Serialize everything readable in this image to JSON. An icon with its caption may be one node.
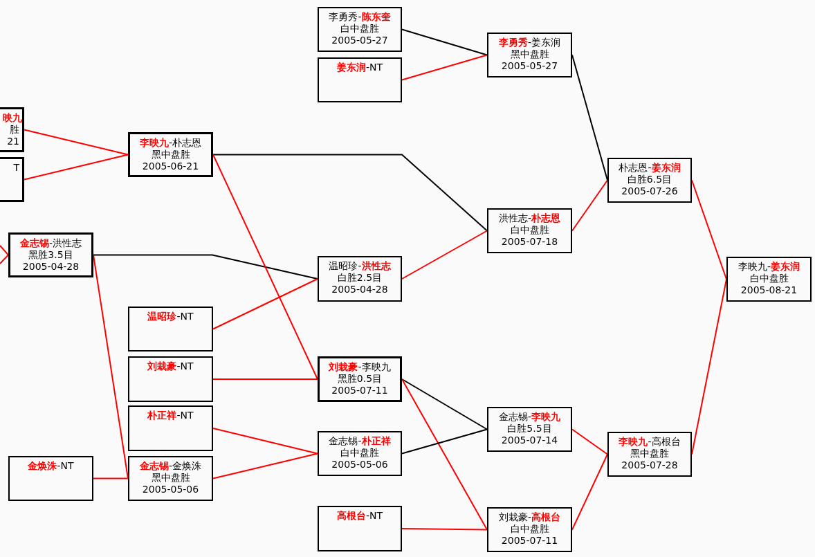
{
  "diagram": {
    "nodes": [
      {
        "text": [
          "映九",
          "胜",
          "21"
        ]
      },
      {
        "text": [
          "T"
        ]
      },
      {
        "text": [
          "**金志锡**-洪性志",
          "黑胜3.5目",
          "2005-04-28"
        ]
      },
      {
        "text": [
          "**金焕洙**-NT"
        ]
      },
      {
        "text": [
          "**李映九**-朴志恩",
          "黑中盘胜",
          "2005-06-21"
        ]
      },
      {
        "text": [
          "**温昭珍**-NT"
        ]
      },
      {
        "text": [
          "**刘栽豪**-NT"
        ]
      },
      {
        "text": [
          "**朴正祥**-NT"
        ]
      },
      {
        "text": [
          "**金志锡**-金焕洙",
          "黑中盘胜",
          "2005-05-06"
        ]
      },
      {
        "text": [
          "李勇秀-**陈东奎**",
          "白中盘胜",
          "2005-05-27"
        ]
      },
      {
        "text": [
          "**姜东润**-NT"
        ]
      },
      {
        "text": [
          "温昭珍-**洪性志**",
          "白胜2.5目",
          "2005-04-28"
        ]
      },
      {
        "text": [
          "**刘栽豪**-李映九",
          "黑胜0.5目",
          "2005-07-11"
        ]
      },
      {
        "text": [
          "金志锡-**朴正祥**",
          "白中盘胜",
          "2005-05-06"
        ]
      },
      {
        "text": [
          "**高根台**-NT"
        ]
      },
      {
        "text": [
          "**李勇秀**-姜东润",
          "黑中盘胜",
          "2005-05-27"
        ]
      },
      {
        "text": [
          "洪性志-**朴志恩**",
          "白中盘胜",
          "2005-07-18"
        ]
      },
      {
        "text": [
          "金志锡-**李映九**",
          "白胜5.5目",
          "2005-07-14"
        ]
      },
      {
        "text": [
          "刘栽豪-**高根台**",
          "白中盘胜",
          "2005-07-11"
        ]
      },
      {
        "text": [
          "朴志恩-**姜东润**",
          "白胜6.5目",
          "2005-07-26"
        ]
      },
      {
        "text": [
          "**李映九**-高根台",
          "黑中盘胜",
          "2005-07-28"
        ]
      },
      {
        "text": [
          "李映九-**姜东润**",
          "白中盘胜",
          "2005-08-21"
        ]
      }
    ],
    "edges": [
      {
        "from": null,
        "to": 2,
        "arrow": "none"
      },
      {
        "from": null,
        "to": 2,
        "arrow": "none"
      },
      {
        "from": 0,
        "to": 4,
        "arrow": "none"
      },
      {
        "from": 1,
        "to": 4,
        "arrow": "none"
      },
      {
        "from": 2,
        "to": 11,
        "arrow": "none",
        "color": "#000000"
      },
      {
        "from": 2,
        "to": 8,
        "arrow": "none"
      },
      {
        "from": 3,
        "to": 8,
        "arrow": "none"
      },
      {
        "from": 4,
        "to": 16,
        "arrow": "none",
        "color": "#000000"
      },
      {
        "from": 4,
        "to": 12,
        "arrow": "none"
      },
      {
        "from": 5,
        "to": 11,
        "arrow": "none"
      },
      {
        "from": 6,
        "to": 12,
        "arrow": "none"
      },
      {
        "from": 7,
        "to": 13,
        "arrow": "none"
      },
      {
        "from": 8,
        "to": 13,
        "arrow": "none"
      },
      {
        "from": 9,
        "to": 15,
        "arrow": "none",
        "color": "#000000"
      },
      {
        "from": 10,
        "to": 15,
        "arrow": "none"
      },
      {
        "from": 11,
        "to": 16,
        "arrow": "none"
      },
      {
        "from": 12,
        "to": 17,
        "arrow": "none",
        "color": "#000000"
      },
      {
        "from": 12,
        "to": 18,
        "arrow": "none"
      },
      {
        "from": 13,
        "to": 17,
        "arrow": "none",
        "color": "#000000"
      },
      {
        "from": 14,
        "to": 18,
        "arrow": "none"
      },
      {
        "from": 15,
        "to": 19,
        "arrow": "none",
        "color": "#000000"
      },
      {
        "from": 16,
        "to": 19,
        "arrow": "none"
      },
      {
        "from": 17,
        "to": 20,
        "arrow": "none"
      },
      {
        "from": 18,
        "to": 20,
        "arrow": "none"
      },
      {
        "from": 19,
        "to": 21,
        "arrow": "none"
      },
      {
        "from": 20,
        "to": 21,
        "arrow": "none"
      }
    ]
  }
}
